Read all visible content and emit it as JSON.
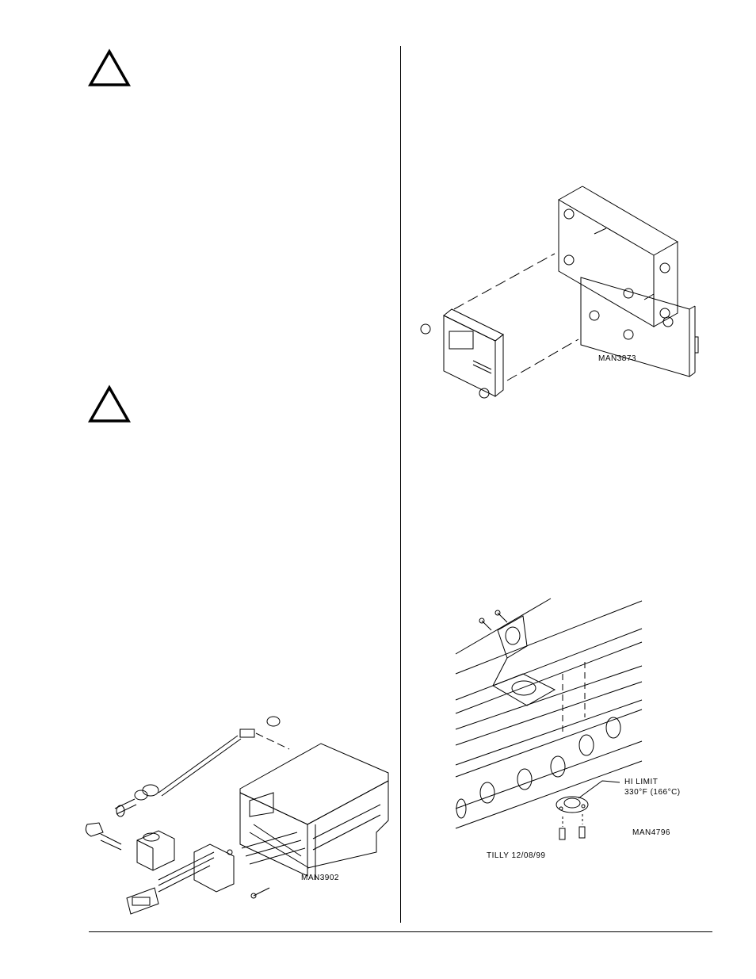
{
  "figures": {
    "fig_top_right": {
      "code": "MAN3873"
    },
    "fig_bottom_right": {
      "code": "MAN4796",
      "callout_line1": "HI LIMIT",
      "callout_line2": "330°F (166°C)",
      "signature": "TILLY   12/08/99"
    },
    "fig_bottom_left": {
      "code": "MAN3902"
    }
  },
  "icons": [
    "warning-triangle-icon",
    "warning-triangle-icon"
  ]
}
